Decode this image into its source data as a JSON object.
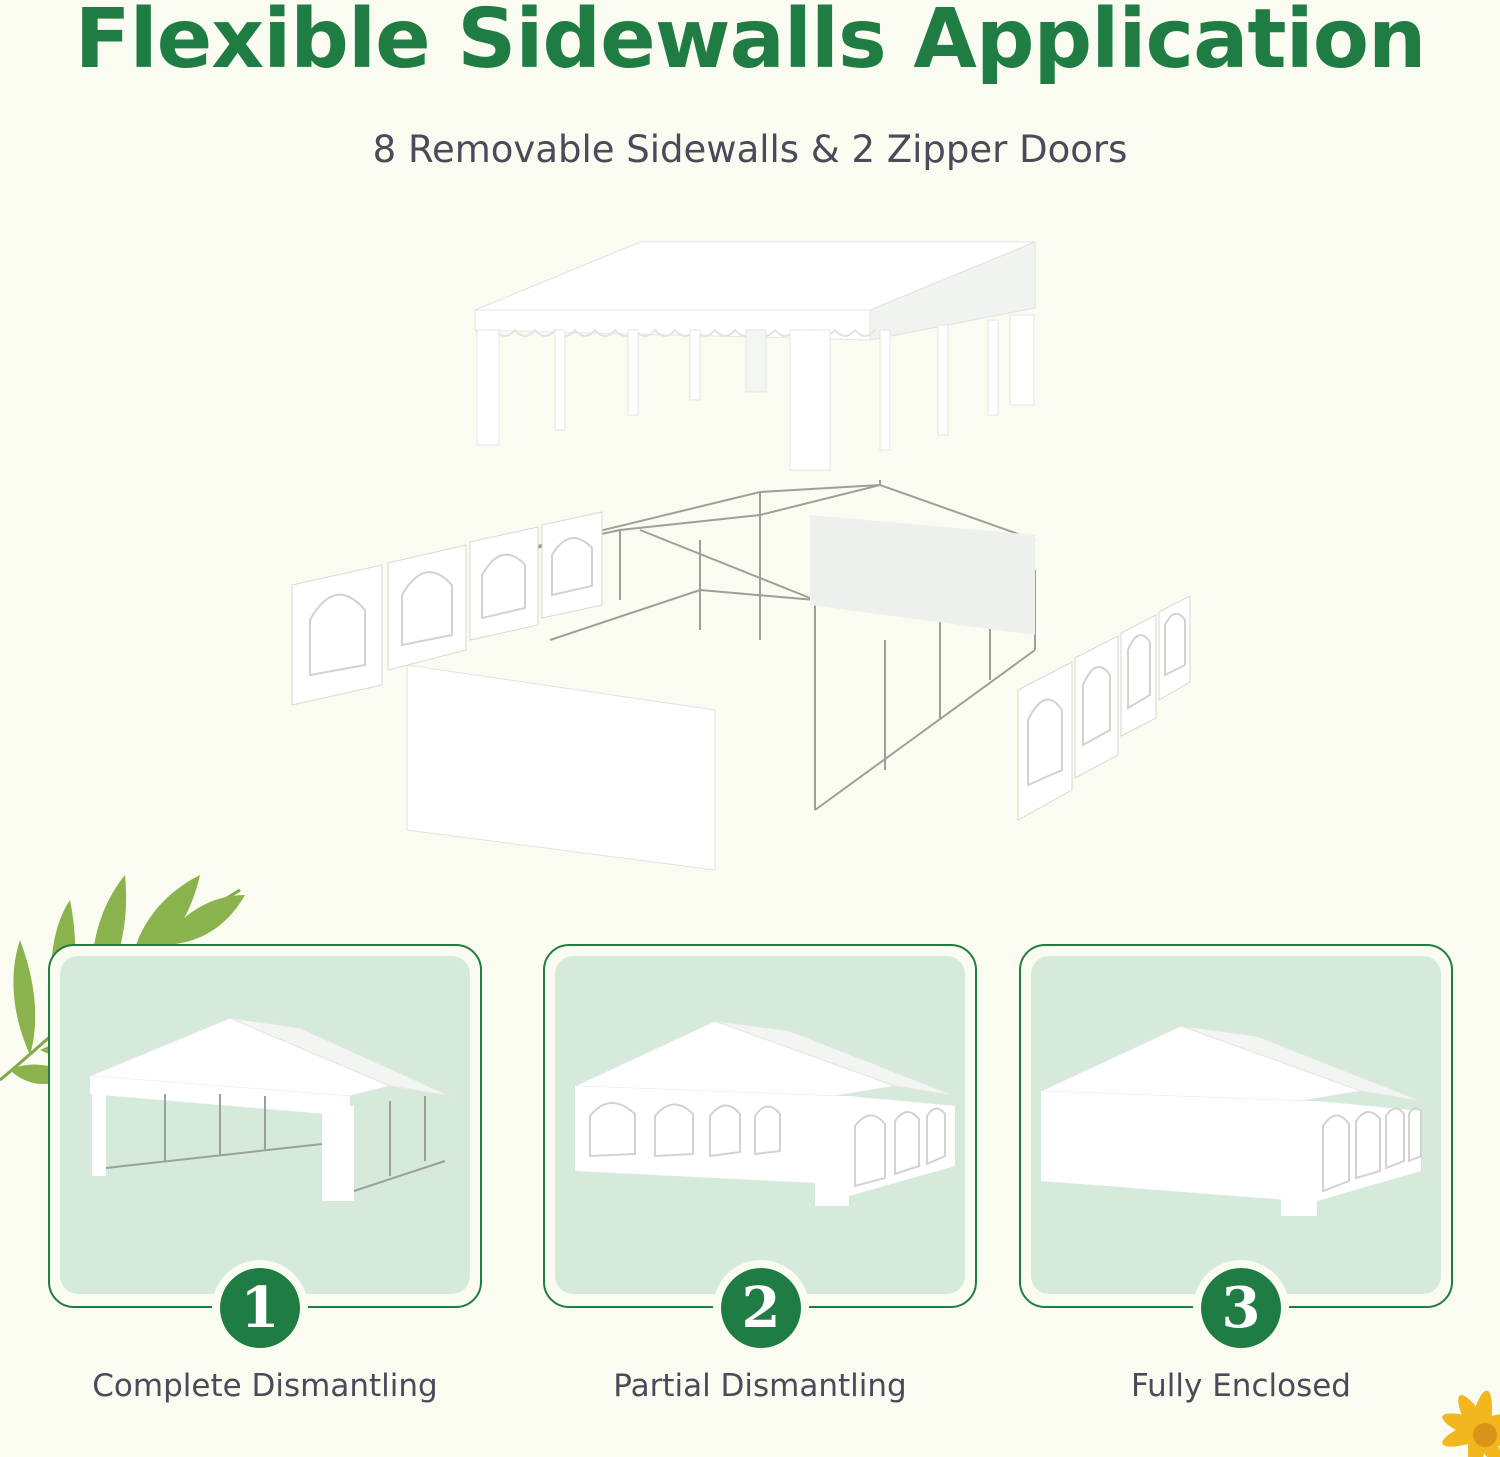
{
  "header": {
    "title": "Flexible Sidewalls Application",
    "subtitle": "8 Removable Sidewalls & 2 Zipper Doors"
  },
  "colors": {
    "brand_green": "#1f7d44",
    "panel_green": "#d6eadb",
    "background": "#fbfcf1",
    "text_gray": "#4a4a5a"
  },
  "options": [
    {
      "number": "1",
      "label": "Complete Dismantling"
    },
    {
      "number": "2",
      "label": "Partial Dismantling"
    },
    {
      "number": "3",
      "label": "Fully Enclosed"
    }
  ]
}
